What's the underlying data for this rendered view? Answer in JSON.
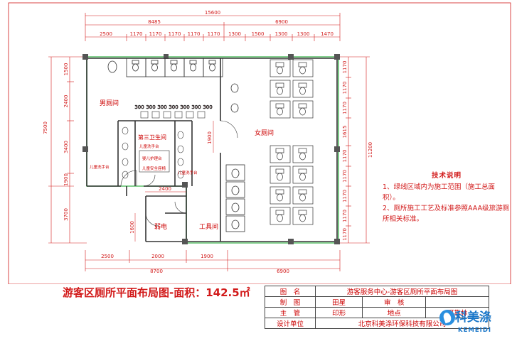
{
  "plan": {
    "total_width": "15600",
    "top_dims_left_total": "8485",
    "top_dims_right_total": "6900",
    "top_dims": [
      "2500",
      "1170",
      "1170",
      "1170",
      "1170",
      "1170",
      "1300",
      "1500",
      "1300",
      "1300",
      "1470"
    ],
    "left_dims": [
      "1500",
      "2400",
      "3400",
      "1900",
      "3700"
    ],
    "left_total": "7500",
    "right_dims": [
      "1170",
      "1170",
      "1170",
      "1615",
      "1170",
      "1170",
      "1170",
      "1170",
      "1170"
    ],
    "right_total": "11200",
    "bottom_dims": [
      "2500",
      "2000",
      "1900"
    ],
    "bottom_left_total": "8700",
    "bottom_right_total": "6900",
    "inner_dims": {
      "v1900": "1900",
      "h2400": "2400",
      "v1600": "1600",
      "tiny": "300"
    },
    "rooms": {
      "male": "男厕间",
      "female": "女厕间",
      "third": "第三卫生间",
      "weak": "弱电",
      "tool": "工具间",
      "kids_basin_top": "儿童洗手台",
      "baby_changer": "婴儿护理台",
      "kids_seat": "儿童安全座椅",
      "kids_basin_left": "儿童洗手台",
      "kids_basin_right": "儿童洗手台"
    }
  },
  "notes": {
    "title": "技术说明",
    "items": [
      "1、绿线区域内为施工范围（施工总面积）。",
      "2、厕所施工工艺及标准参照AAA级旅游厕所相关标准。"
    ]
  },
  "drawing_title": "游客区厕所平面布局图-面积：142.5㎡",
  "title_block": {
    "r1": [
      "图　名",
      "游客服务中心-游客区厕所平面布局图"
    ],
    "r2": [
      "制　图",
      "田星",
      "审　核",
      ""
    ],
    "r3": [
      "主　管",
      "印形",
      "地点",
      "可靠林"
    ],
    "r4": [
      "设计单位",
      "北京科美涤环保科技有限公司"
    ]
  },
  "logo": {
    "cn": "科美涤",
    "en": "KEMEIDI"
  },
  "colors": {
    "dim": "#d21a1a",
    "wall": "#333333",
    "green": "#5cc06a",
    "logo": "#1a77c9"
  }
}
